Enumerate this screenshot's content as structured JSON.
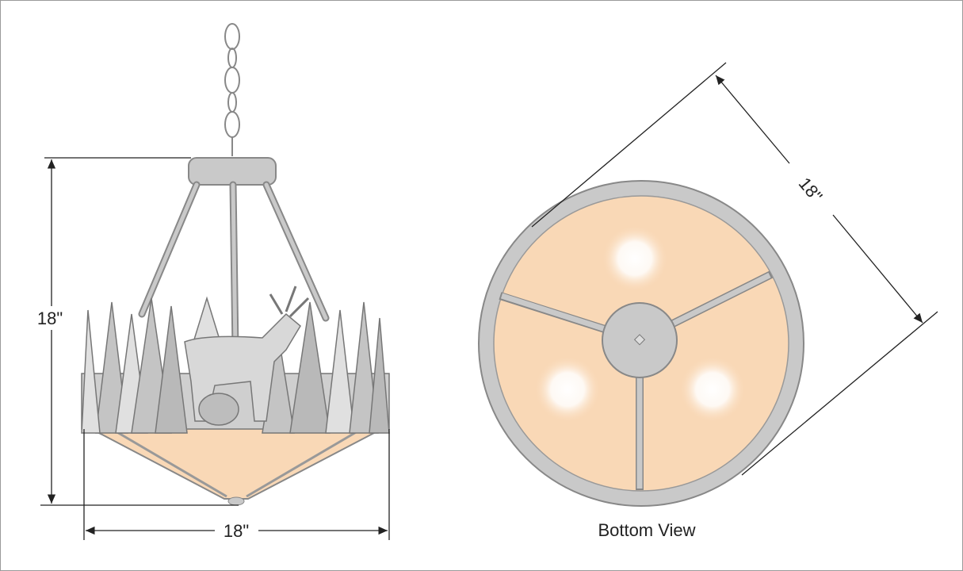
{
  "side_view": {
    "height_label": "18\"",
    "width_label": "18\""
  },
  "bottom_view": {
    "title": "Bottom View",
    "diameter_label": "18\""
  },
  "colors": {
    "metal": "#c9c9c9",
    "outline": "#8a8a8a",
    "shade": "#f9d8b6",
    "dimension_line": "#222222"
  }
}
